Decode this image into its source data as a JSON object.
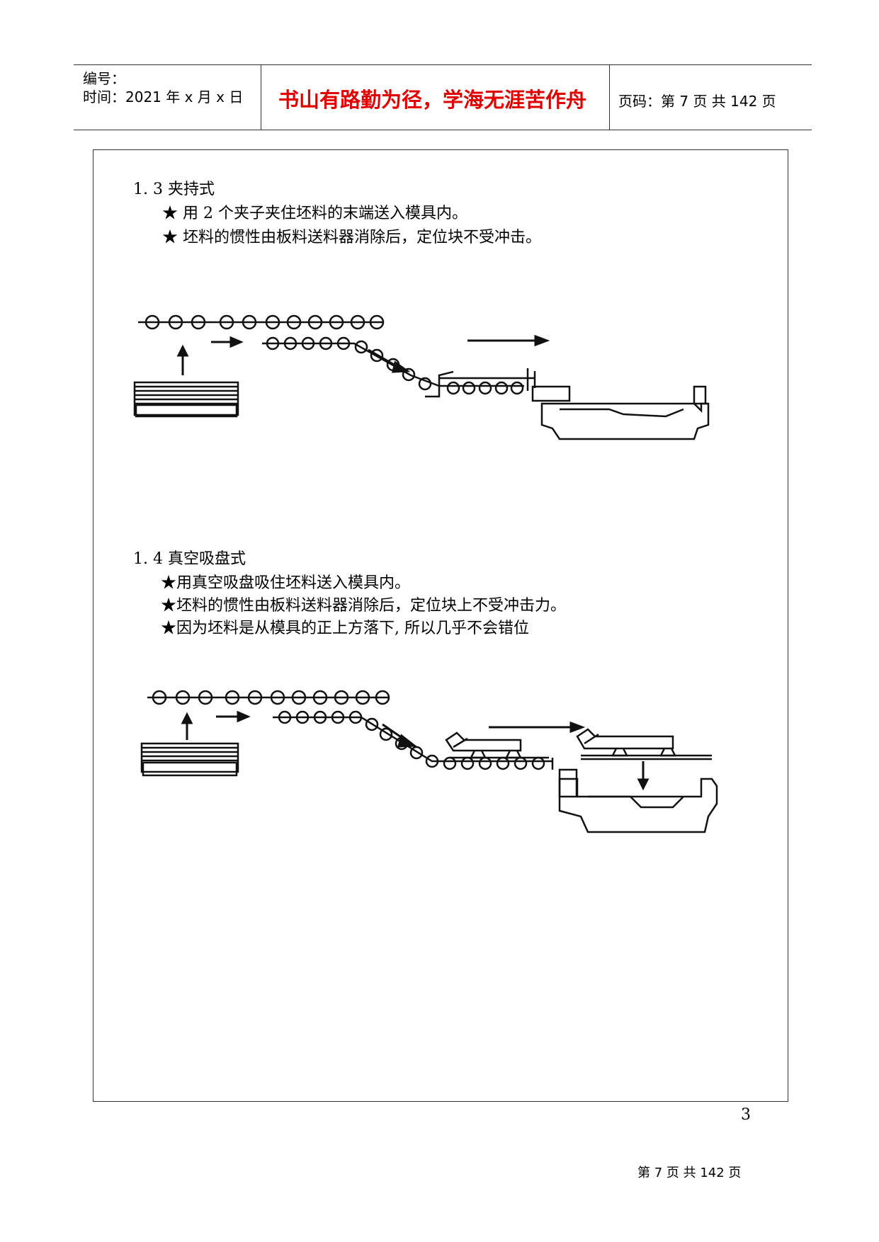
{
  "header": {
    "number_label": "编号：",
    "time_label": "时间：2021 年 x 月 x 日",
    "motto": "书山有路勤为径，学海无涯苦作舟",
    "page_info": "页码：第 7 页  共 142 页"
  },
  "section_13": {
    "heading": "1. 3   夹持式",
    "bullets": [
      "★  用 2 个夹子夹住坯料的末端送入模具内。",
      "★  坯料的惯性由板料送料器消除后，定位块不受冲击。"
    ]
  },
  "section_14": {
    "heading": "1. 4   真空吸盘式",
    "bullets": [
      "★用真空吸盘吸住坯料送入模具内。",
      "★坯料的惯性由板料送料器消除后，定位块上不受冲击力。",
      "★因为坯料是从模具的正上方落下, 所以几乎不会错位"
    ]
  },
  "page_number": "3",
  "footer": "第 7 页 共 142 页"
}
